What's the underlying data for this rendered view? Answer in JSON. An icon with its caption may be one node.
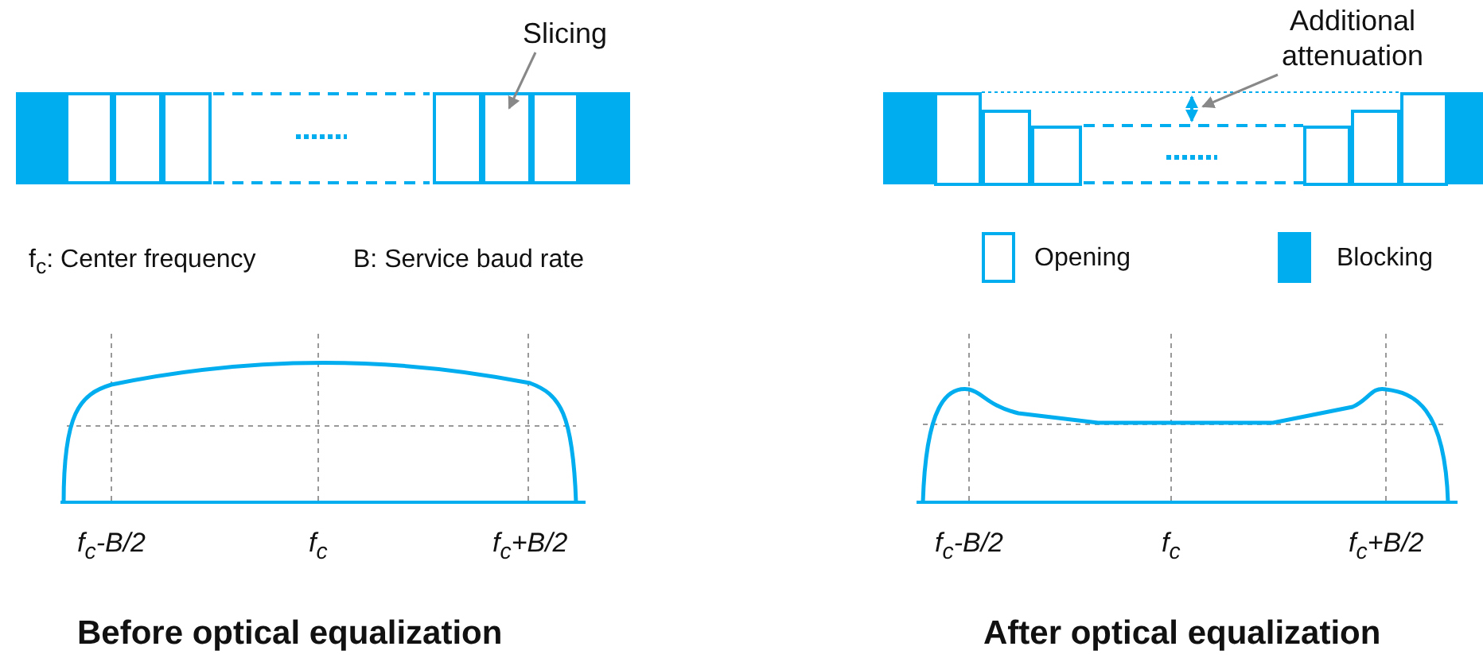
{
  "diagram": {
    "nodes": [
      {
        "text": [
          "Slicing"
        ]
      },
      {
        "text": [],
        "shape": "box"
      },
      {
        "text": [
          "Additional attenuation"
        ]
      },
      {
        "text": [],
        "shape": "arrow"
      }
    ],
    "edges": [
      {
        "from": 0,
        "to": 1,
        "arrow": "to"
      },
      {
        "from": 2,
        "to": 3,
        "arrow": "to"
      }
    ],
    "labels": [
      "f$_{c}$: Center frequency",
      "B: Service baud rate",
      "f$_{c}$-B/2",
      "f$_{c}$",
      "f$_{c}$+B/2",
      "f$_{c}$-B/2",
      "f$_{c}$",
      "f$_{c}$+B/2",
      "Before optical equalization",
      "After optical equalization"
    ],
    "legend": [
      {
        "text": "Opening"
      },
      {
        "text": "Blocking",
        "color": "#00aeef"
      }
    ]
  }
}
